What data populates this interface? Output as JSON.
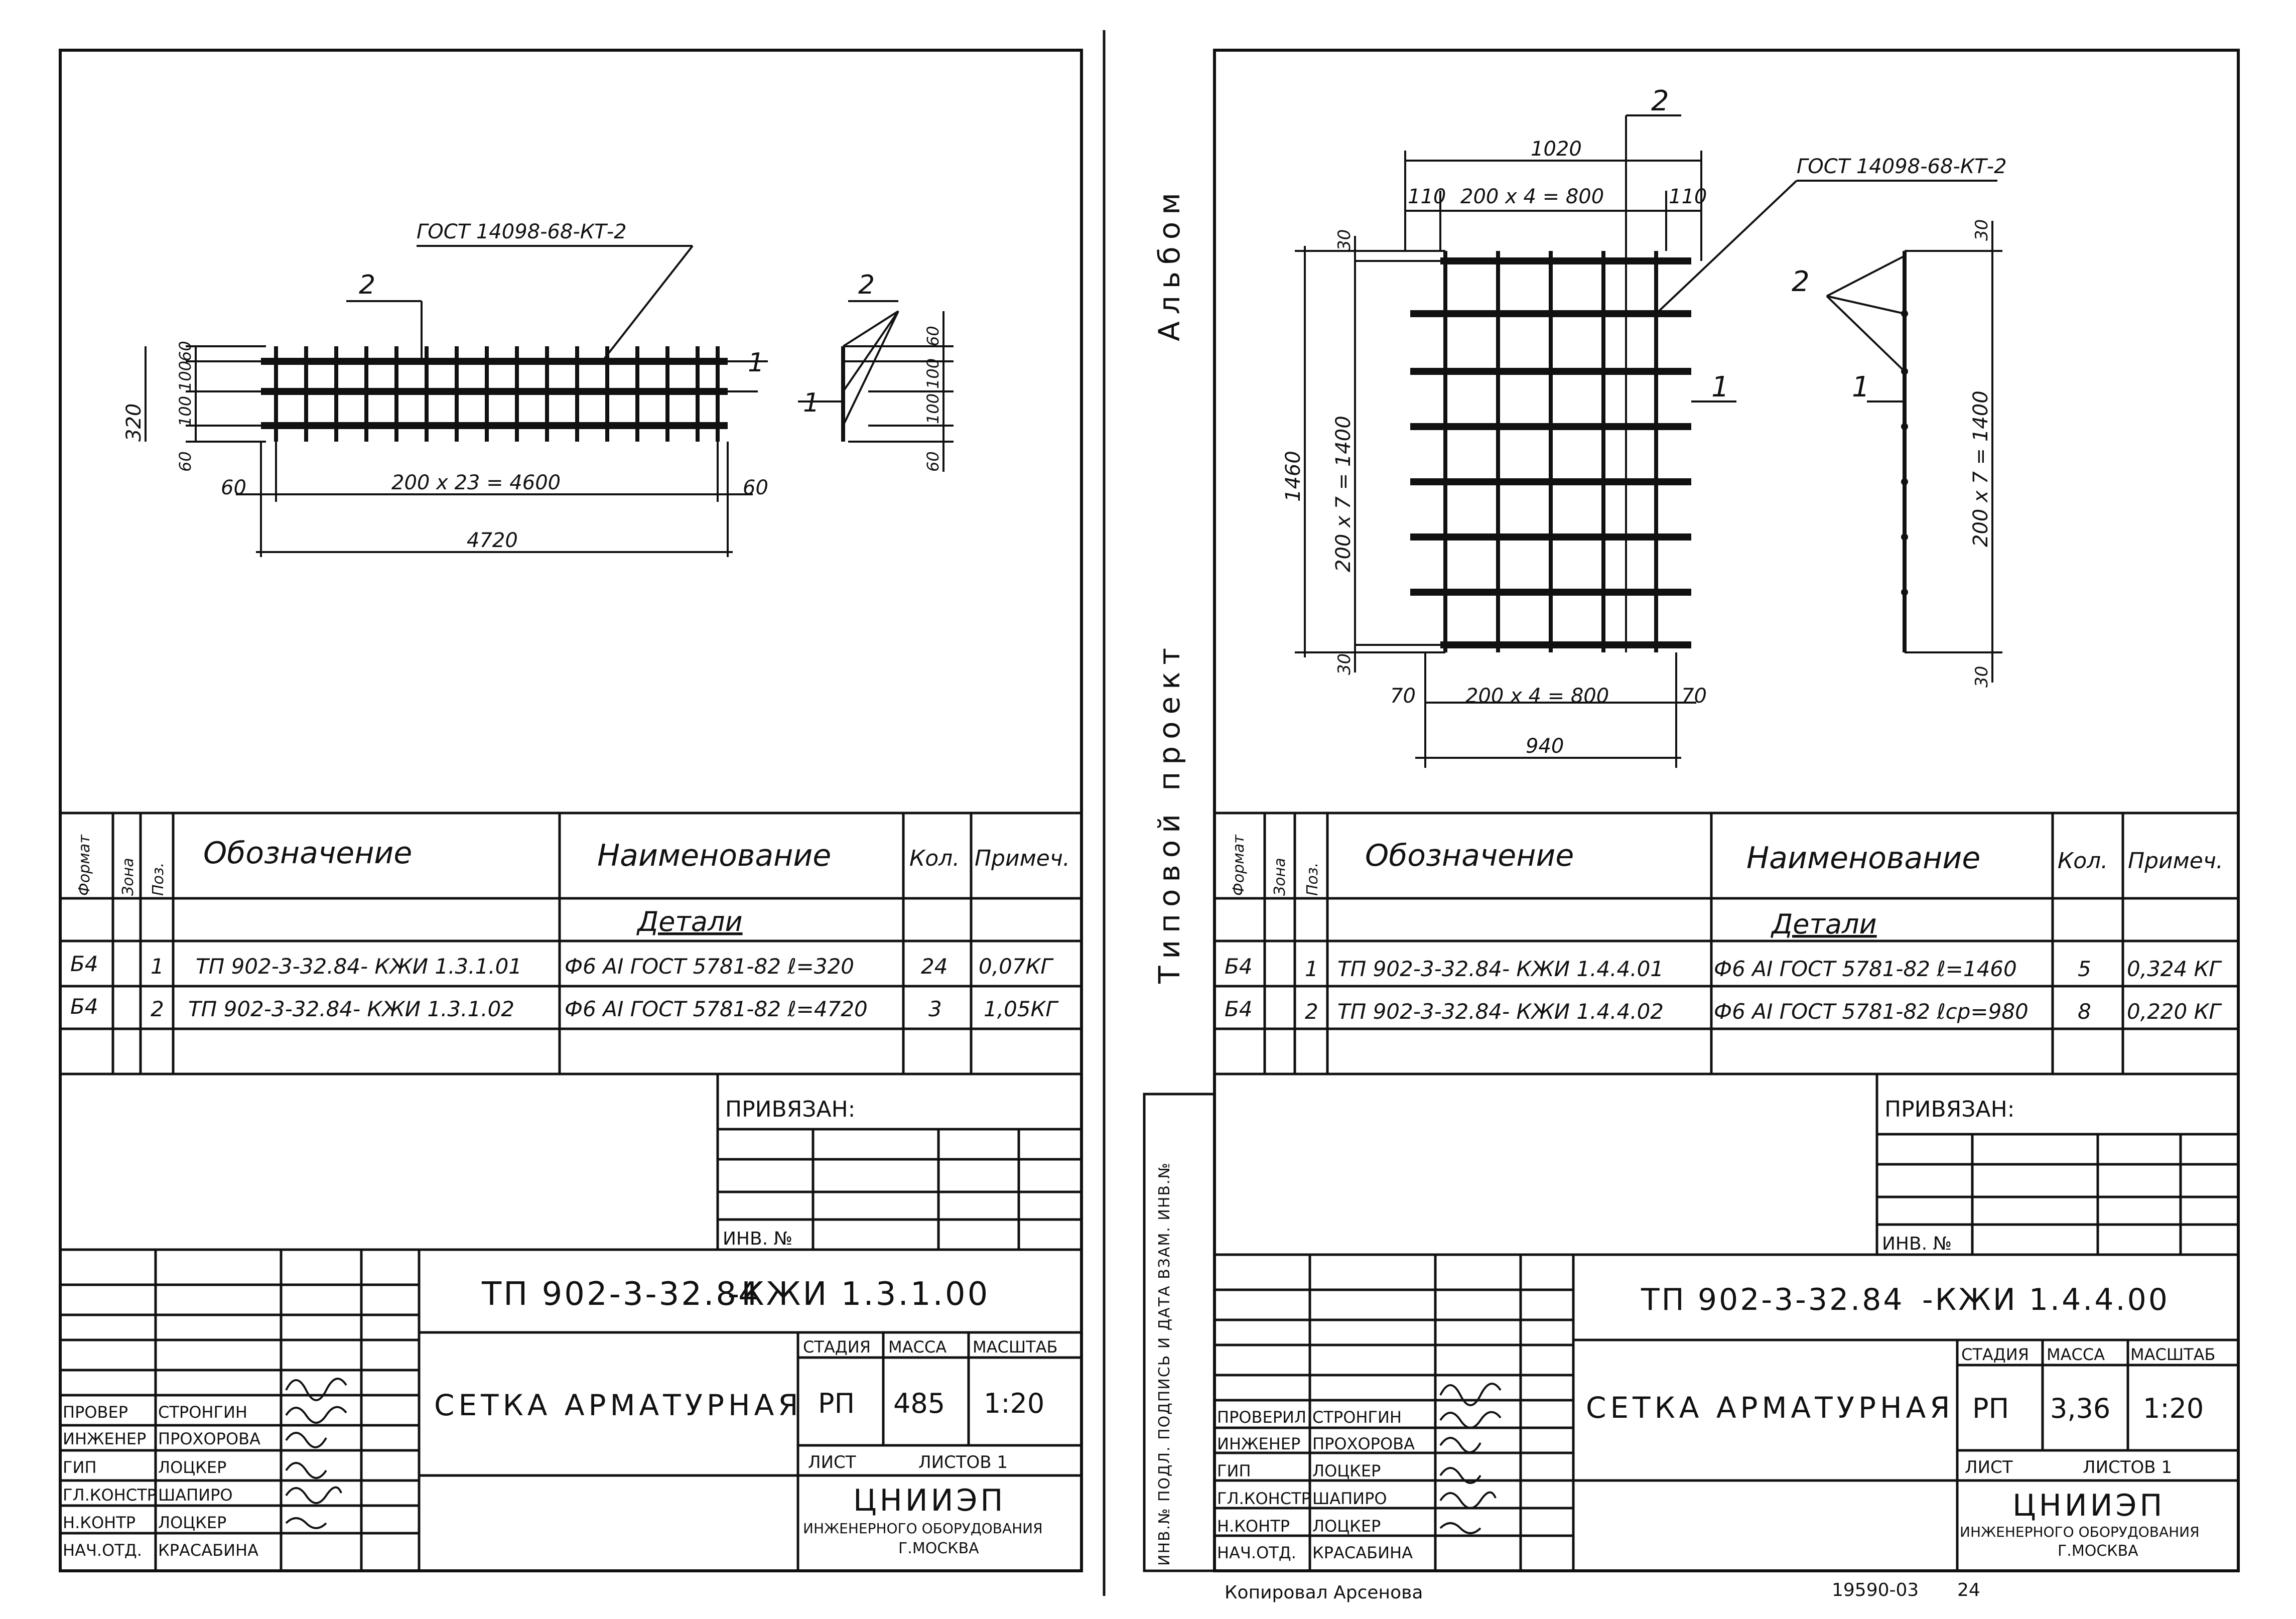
{
  "left": {
    "top_labels": {
      "gost": "ГОСТ 14098-68-КТ-2",
      "pos2": "2",
      "pos2_side": "2",
      "pos1": "1",
      "pos1_side": "1"
    },
    "dims": {
      "h320": "320",
      "h60a": "60",
      "h100a": "100",
      "h100b": "100",
      "h60b": "60",
      "r60a": "60",
      "r100a": "100",
      "r100b": "100",
      "r60b": "60",
      "end60l": "60",
      "end60r": "60",
      "span": "200 x 23 = 4600",
      "total": "4720"
    },
    "spec": {
      "headers": [
        "Формат",
        "Зона",
        "Поз.",
        "Обозначение",
        "Наименование",
        "Кол.",
        "Примеч."
      ],
      "section": "Детали",
      "rows": [
        [
          "Б4",
          "",
          "1",
          "ТП 902-3-32.84- КЖИ 1.3.1.01",
          "Ф6 АI ГОСТ 5781-82 ℓ=320",
          "24",
          "0,07КГ"
        ],
        [
          "Б4",
          "",
          "2",
          "ТП 902-3-32.84- КЖИ 1.3.1.02",
          "Ф6 АI ГОСТ 5781-82 ℓ=4720",
          "3",
          "1,05КГ"
        ]
      ]
    },
    "privyazan": "ПРИВЯЗАН:",
    "inv": "ИНВ. №",
    "code": "ТП 902-3-32.84",
    "code_suffix": "-КЖИ 1.3.1.00",
    "title": "СЕТКА АРМАТУРНАЯ",
    "stage_headers": [
      "СТАДИЯ",
      "МАССА",
      "МАСШТАБ"
    ],
    "stage_values": [
      "РП",
      "485",
      "1:20"
    ],
    "sheet": "ЛИСТ",
    "sheets": "ЛИСТОВ 1",
    "org": "ЦНИИЭП",
    "org2": "ИНЖЕНЕРНОГО ОБОРУДОВАНИЯ",
    "city": "Г.МОСКВА",
    "people": [
      [
        "ПРОВЕР",
        "СТРОНГИН"
      ],
      [
        "ИНЖЕНЕР",
        "ПРОХОРОВА"
      ],
      [
        "ГИП",
        "ЛОЦКЕР"
      ],
      [
        "ГЛ.КОНСТР",
        "ШАПИРО"
      ],
      [
        "Н.КОНТР",
        "ЛОЦКЕР"
      ],
      [
        "НАЧ.ОТД.",
        "КРАСАБИНА"
      ]
    ]
  },
  "right": {
    "side_text": "Типовой проект",
    "side_text2": "Альбом",
    "side_stamp": "ИНВ.№ ПОДЛ. ПОДПИСЬ И ДАТА ВЗАМ. ИНВ.№",
    "top_labels": {
      "gost": "ГОСТ 14098-68-КТ-2",
      "pos2": "2",
      "pos2_side": "2",
      "pos1": "1",
      "pos1_side": "1"
    },
    "dims": {
      "w1020": "1020",
      "d110a": "110",
      "span_top": "200 x 4 = 800",
      "d110b": "110",
      "h1460": "1460",
      "vspan": "200 x 7 = 1400",
      "t30": "30",
      "b30": "30",
      "d70a": "70",
      "span_bot": "200 x 4 = 800",
      "d70b": "70",
      "w940": "940",
      "rt30": "30",
      "rvspan": "200 x 7 = 1400",
      "rb30": "30"
    },
    "spec": {
      "headers": [
        "Формат",
        "Зона",
        "Поз.",
        "Обозначение",
        "Наименование",
        "Кол.",
        "Примеч."
      ],
      "section": "Детали",
      "rows": [
        [
          "Б4",
          "",
          "1",
          "ТП 902-3-32.84- КЖИ 1.4.4.01",
          "Ф6 АI ГОСТ 5781-82 ℓ=1460",
          "5",
          "0,324 КГ"
        ],
        [
          "Б4",
          "",
          "2",
          "ТП 902-3-32.84- КЖИ 1.4.4.02",
          "Ф6 АI ГОСТ 5781-82 ℓср=980",
          "8",
          "0,220 КГ"
        ]
      ]
    },
    "privyazan": "ПРИВЯЗАН:",
    "inv": "ИНВ. №",
    "code": "ТП 902-3-32.84",
    "code_suffix": "-КЖИ 1.4.4.00",
    "title": "СЕТКА АРМАТУРНАЯ",
    "stage_headers": [
      "СТАДИЯ",
      "МАССА",
      "МАСШТАБ"
    ],
    "stage_values": [
      "РП",
      "3,36",
      "1:20"
    ],
    "sheet": "ЛИСТ",
    "sheets": "ЛИСТОВ 1",
    "org": "ЦНИИЭП",
    "org2": "ИНЖЕНЕРНОГО ОБОРУДОВАНИЯ",
    "city": "Г.МОСКВА",
    "people": [
      [
        "ПРОВЕРИЛ",
        "СТРОНГИН"
      ],
      [
        "ИНЖЕНЕР",
        "ПРОХОРОВА"
      ],
      [
        "ГИП",
        "ЛОЦКЕР"
      ],
      [
        "ГЛ.КОНСТР",
        "ШАПИРО"
      ],
      [
        "Н.КОНТР",
        "ЛОЦКЕР"
      ],
      [
        "НАЧ.ОТД.",
        "КРАСАБИНА"
      ]
    ],
    "footer_left": "Копировал Арсенова",
    "footer_right": "19590-03",
    "footer_page": "24"
  }
}
